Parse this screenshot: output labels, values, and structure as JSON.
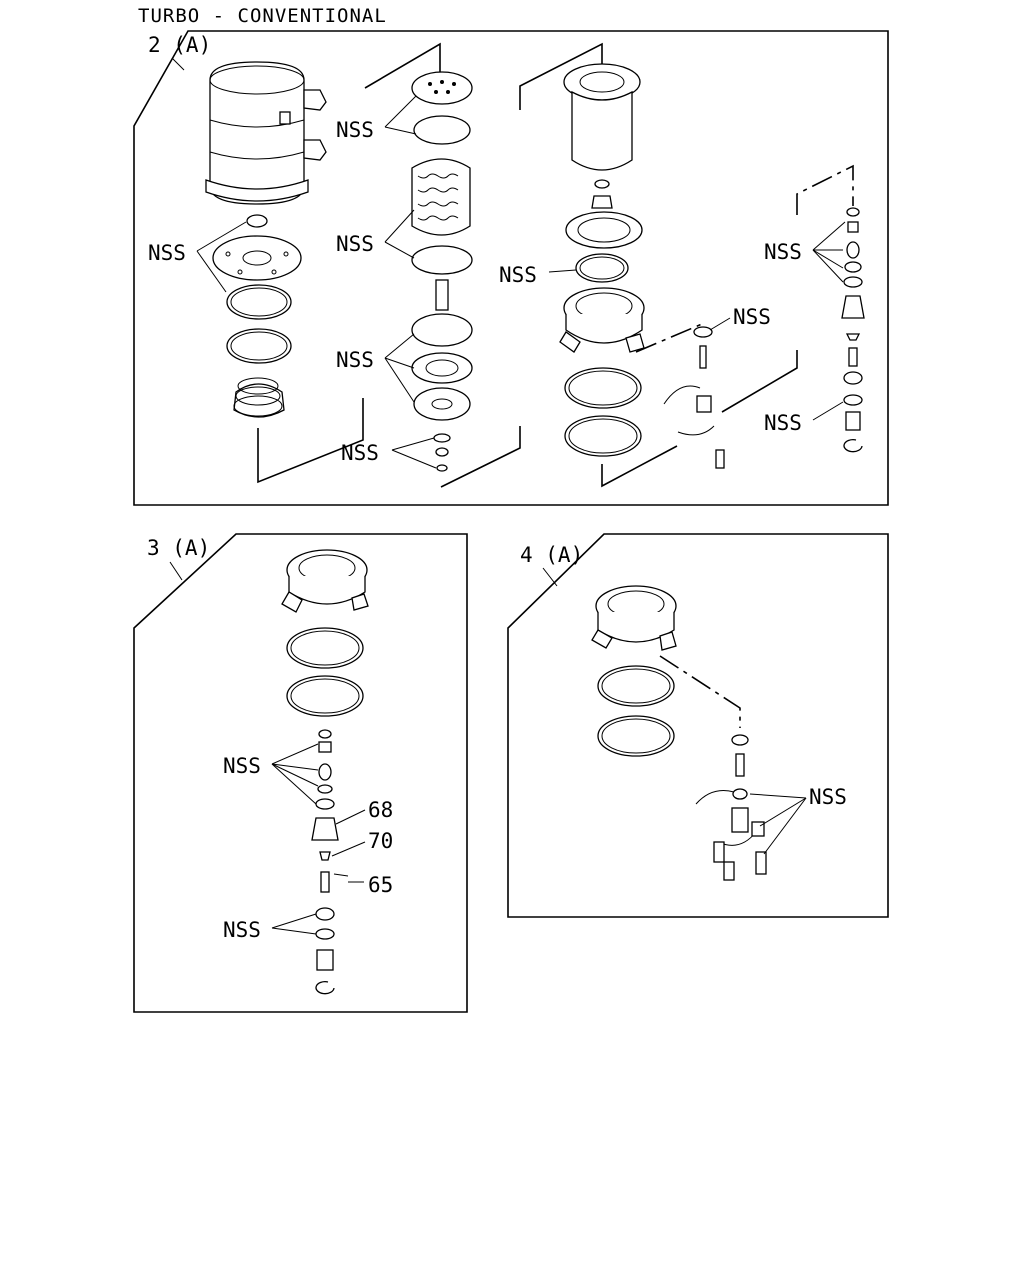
{
  "header": {
    "title": "TURBO - CONVENTIONAL"
  },
  "panels": [
    {
      "id": "panel-2",
      "label": "2 (A)",
      "callouts": [
        "NSS",
        "NSS",
        "NSS",
        "NSS",
        "NSS",
        "NSS",
        "NSS",
        "NSS"
      ]
    },
    {
      "id": "panel-3",
      "label": "3 (A)",
      "callouts": [
        "NSS",
        "68",
        "70",
        "65",
        "NSS"
      ]
    },
    {
      "id": "panel-4",
      "label": "4 (A)",
      "callouts": [
        "NSS"
      ]
    }
  ]
}
